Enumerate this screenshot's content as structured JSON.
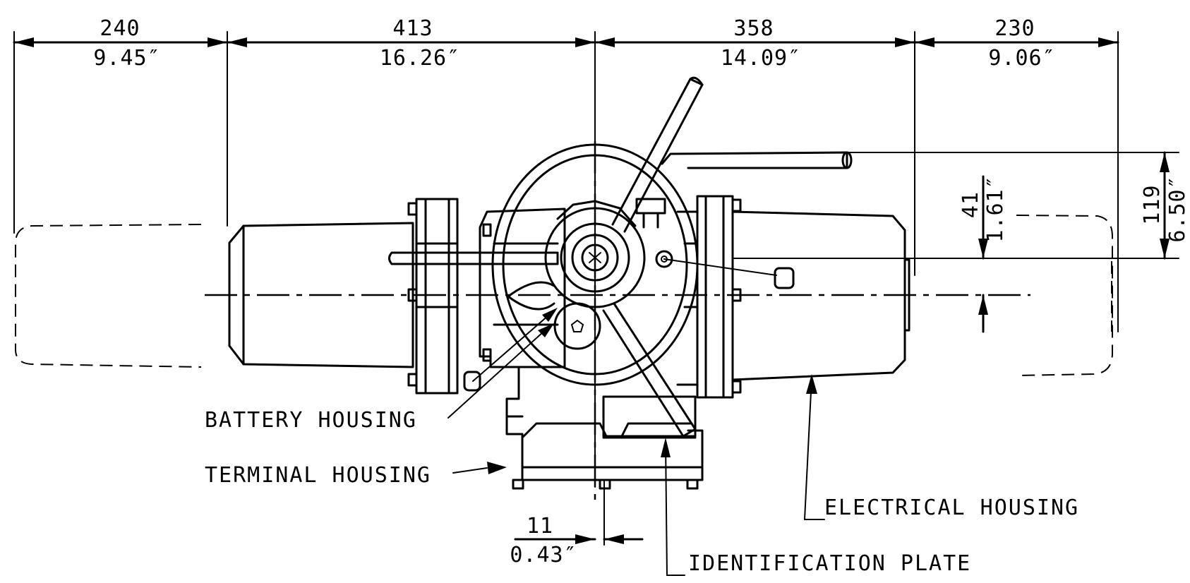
{
  "dimensions": {
    "d240": {
      "mm": "240",
      "in": "9.45″"
    },
    "d413": {
      "mm": "413",
      "in": "16.26″"
    },
    "d358": {
      "mm": "358",
      "in": "14.09″"
    },
    "d230": {
      "mm": "230",
      "in": "9.06″"
    },
    "d119": {
      "mm": "119",
      "in": "6.50″"
    },
    "d41": {
      "mm": "41",
      "in": "1.61″"
    },
    "d11": {
      "mm": "11",
      "in": "0.43″"
    }
  },
  "callouts": {
    "battery_housing": "BATTERY HOUSING",
    "terminal_housing": "TERMINAL HOUSING",
    "electrical_housing": "ELECTRICAL HOUSING",
    "identification_plate": "IDENTIFICATION PLATE"
  }
}
